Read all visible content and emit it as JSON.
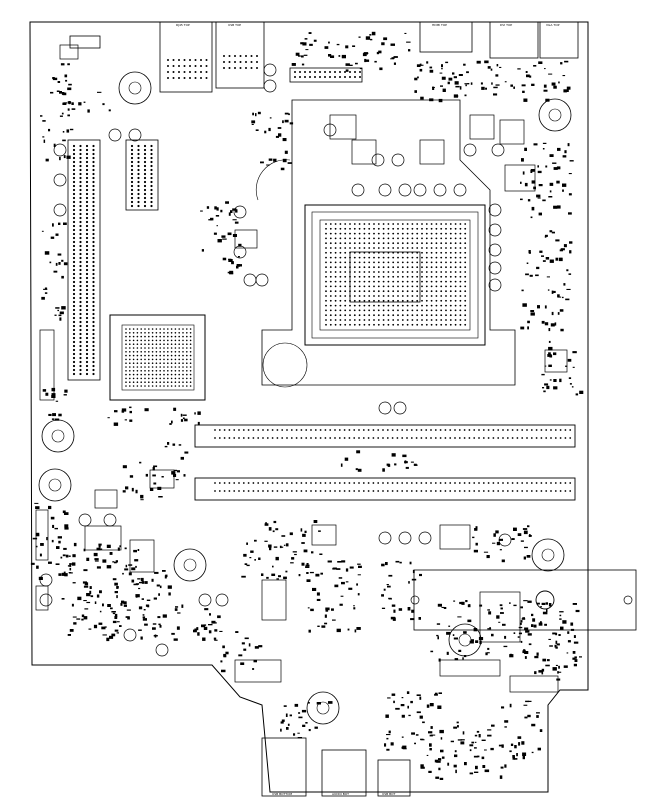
{
  "connector_labels": {
    "rj45_top": "RJ45 TOP",
    "usb_top": "USB TOP",
    "hdmi_top": "HDMI TOP",
    "dvi_top": "DVI TOP",
    "vga_top": "VGA TOP",
    "usb_bottom_left": "USB BOTTOM",
    "audio_bottom": "AUDIO BOT",
    "usb_bottom_right": "USB BOT"
  },
  "colors": {
    "ink": "#000000",
    "paper": "#ffffff"
  }
}
